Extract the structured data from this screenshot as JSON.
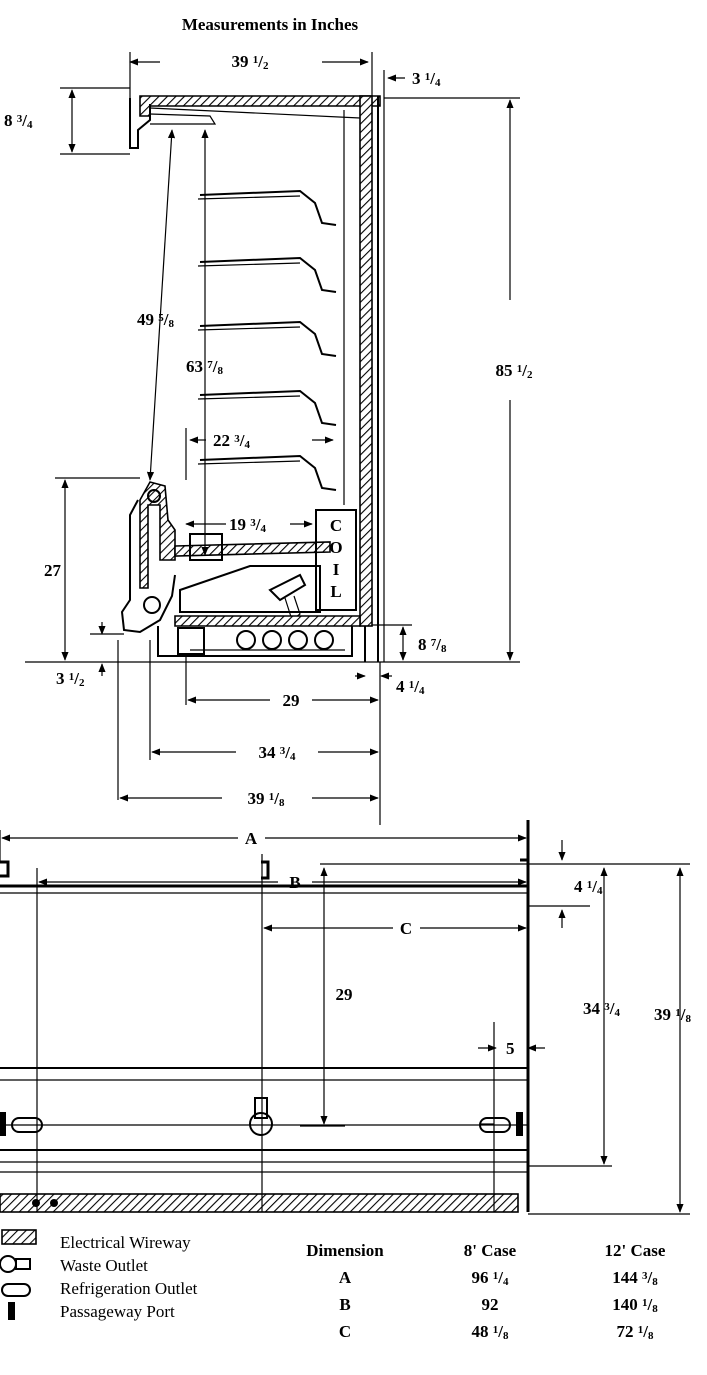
{
  "title": "Measurements in Inches",
  "side_view": {
    "dims": {
      "top_width": {
        "whole": "39",
        "frac": "1/2"
      },
      "back_thickness": {
        "whole": "3",
        "frac": "1/4"
      },
      "canopy_height": {
        "whole": "8",
        "frac": "3/4"
      },
      "overall_height": {
        "whole": "85",
        "frac": "1/2"
      },
      "front_diag": {
        "whole": "49",
        "frac": "5/8"
      },
      "inner_height": {
        "whole": "63",
        "frac": "7/8"
      },
      "shelf_depth": {
        "whole": "22",
        "frac": "3/4"
      },
      "deck_depth": {
        "whole": "19",
        "frac": "3/4"
      },
      "front_height": {
        "whole": "27",
        "frac": ""
      },
      "base_front": {
        "whole": "3",
        "frac": "1/2"
      },
      "base_height": {
        "whole": "8",
        "frac": "7/8"
      },
      "base_back": {
        "whole": "4",
        "frac": "1/4"
      },
      "base_depth": {
        "whole": "29",
        "frac": ""
      },
      "depth_mid": {
        "whole": "34",
        "frac": "3/4"
      },
      "depth_total": {
        "whole": "39",
        "frac": "1/8"
      }
    },
    "coil_letters": [
      "C",
      "O",
      "I",
      "L"
    ]
  },
  "plan_view": {
    "dims": {
      "A": "A",
      "B": "B",
      "C": "C",
      "rear": {
        "whole": "4",
        "frac": "1/4"
      },
      "outlet_offset": {
        "whole": "29",
        "frac": ""
      },
      "port_offset": {
        "whole": "5",
        "frac": ""
      },
      "depth_mid": {
        "whole": "34",
        "frac": "3/4"
      },
      "depth_total": {
        "whole": "39",
        "frac": "1/8"
      }
    }
  },
  "legend": [
    {
      "icon": "electrical-wireway-icon",
      "label": "Electrical Wireway"
    },
    {
      "icon": "waste-outlet-icon",
      "label": "Waste Outlet"
    },
    {
      "icon": "refrigeration-outlet-icon",
      "label": "Refrigeration Outlet"
    },
    {
      "icon": "passageway-port-icon",
      "label": "Passageway Port"
    }
  ],
  "table": {
    "headers": [
      "Dimension",
      "8' Case",
      "12' Case"
    ],
    "rows": [
      {
        "dimension": "A",
        "case8": {
          "whole": "96",
          "frac": "1/4"
        },
        "case12": {
          "whole": "144",
          "frac": "3/8"
        }
      },
      {
        "dimension": "B",
        "case8": {
          "whole": "92",
          "frac": ""
        },
        "case12": {
          "whole": "140",
          "frac": "1/8"
        }
      },
      {
        "dimension": "C",
        "case8": {
          "whole": "48",
          "frac": "1/8"
        },
        "case12": {
          "whole": "72",
          "frac": "1/8"
        }
      }
    ]
  },
  "colors": {
    "ink": "#000000",
    "paper": "#ffffff"
  }
}
